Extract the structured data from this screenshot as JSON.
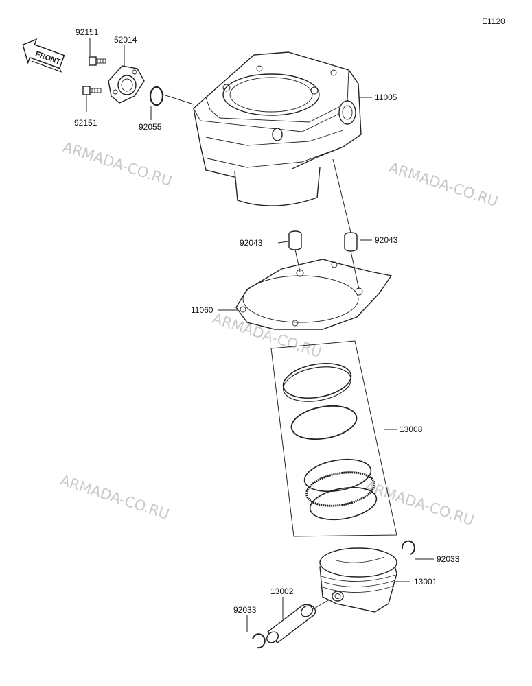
{
  "diagram_code": "E1120",
  "front_label": "FRONT",
  "watermark_text": "ARMADA-CO.RU",
  "parts": {
    "bolt_top": "92151",
    "bolt_bottom": "92151",
    "water_fitting": "52014",
    "o_ring": "92055",
    "cylinder": "11005",
    "dowel_left": "92043",
    "dowel_right": "92043",
    "cylinder_gasket": "11060",
    "ring_set": "13008",
    "circlip_right": "92033",
    "piston": "13001",
    "piston_pin": "13002",
    "circlip_left": "92033"
  },
  "colors": {
    "line": "#222222",
    "watermark": "#c9c9c9",
    "background": "#ffffff"
  }
}
